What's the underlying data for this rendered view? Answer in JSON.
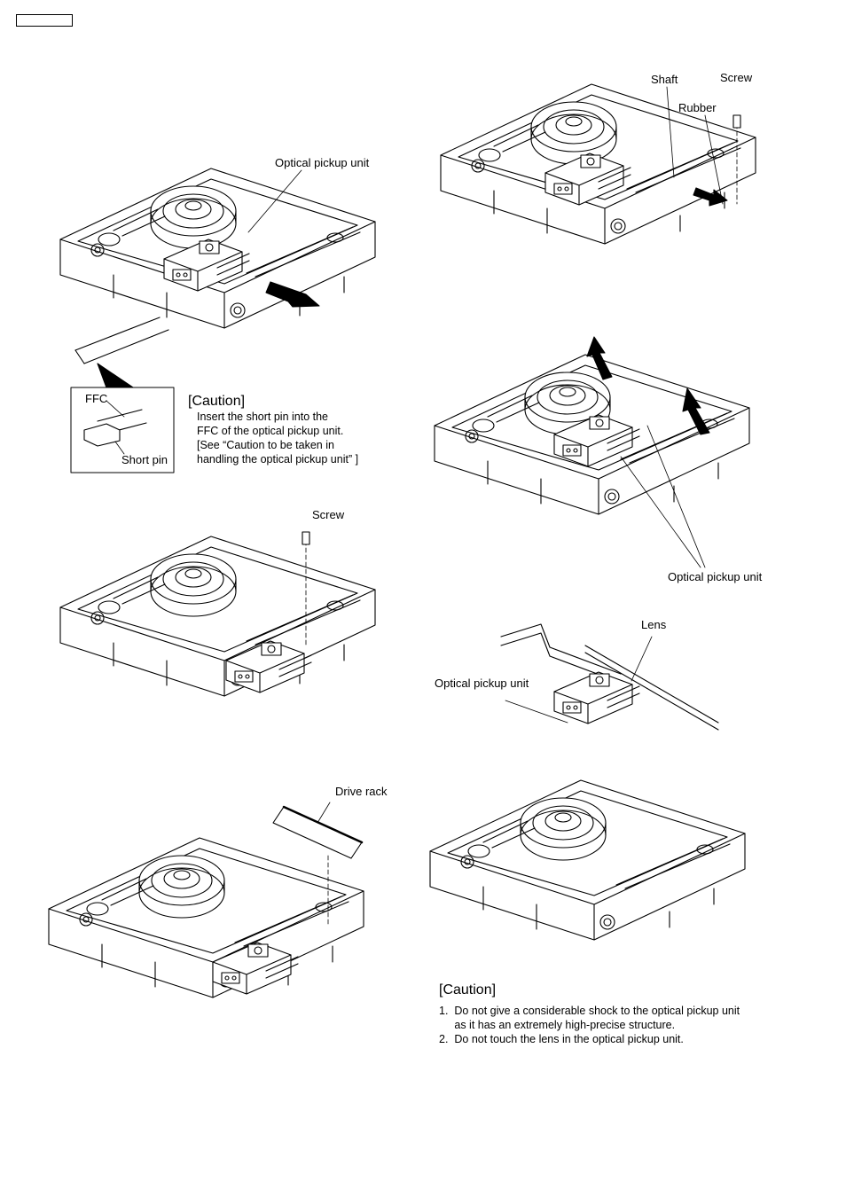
{
  "labels": {
    "optical_pickup_unit_1": "Optical pickup unit",
    "ffc": "FFC",
    "short_pin": "Short pin",
    "screw_1": "Screw",
    "drive_rack": "Drive rack",
    "shaft": "Shaft",
    "screw_2": "Screw",
    "rubber": "Rubber",
    "optical_pickup_unit_2": "Optical pickup unit",
    "lens": "Lens",
    "optical_pickup_unit_3": "Optical pickup unit"
  },
  "caution_1": {
    "title": "[Caution]",
    "lines": [
      "Insert the short pin into the",
      "FFC of the optical pickup unit.",
      "[See “Caution to be taken in",
      "handling the optical pickup unit” ]"
    ]
  },
  "caution_2": {
    "title": "[Caution]",
    "lines": [
      "1.  Do not give a considerable shock to the optical pickup unit",
      "     as it has an extremely high-precise structure.",
      "2.  Do not touch the lens in the optical pickup unit."
    ]
  }
}
